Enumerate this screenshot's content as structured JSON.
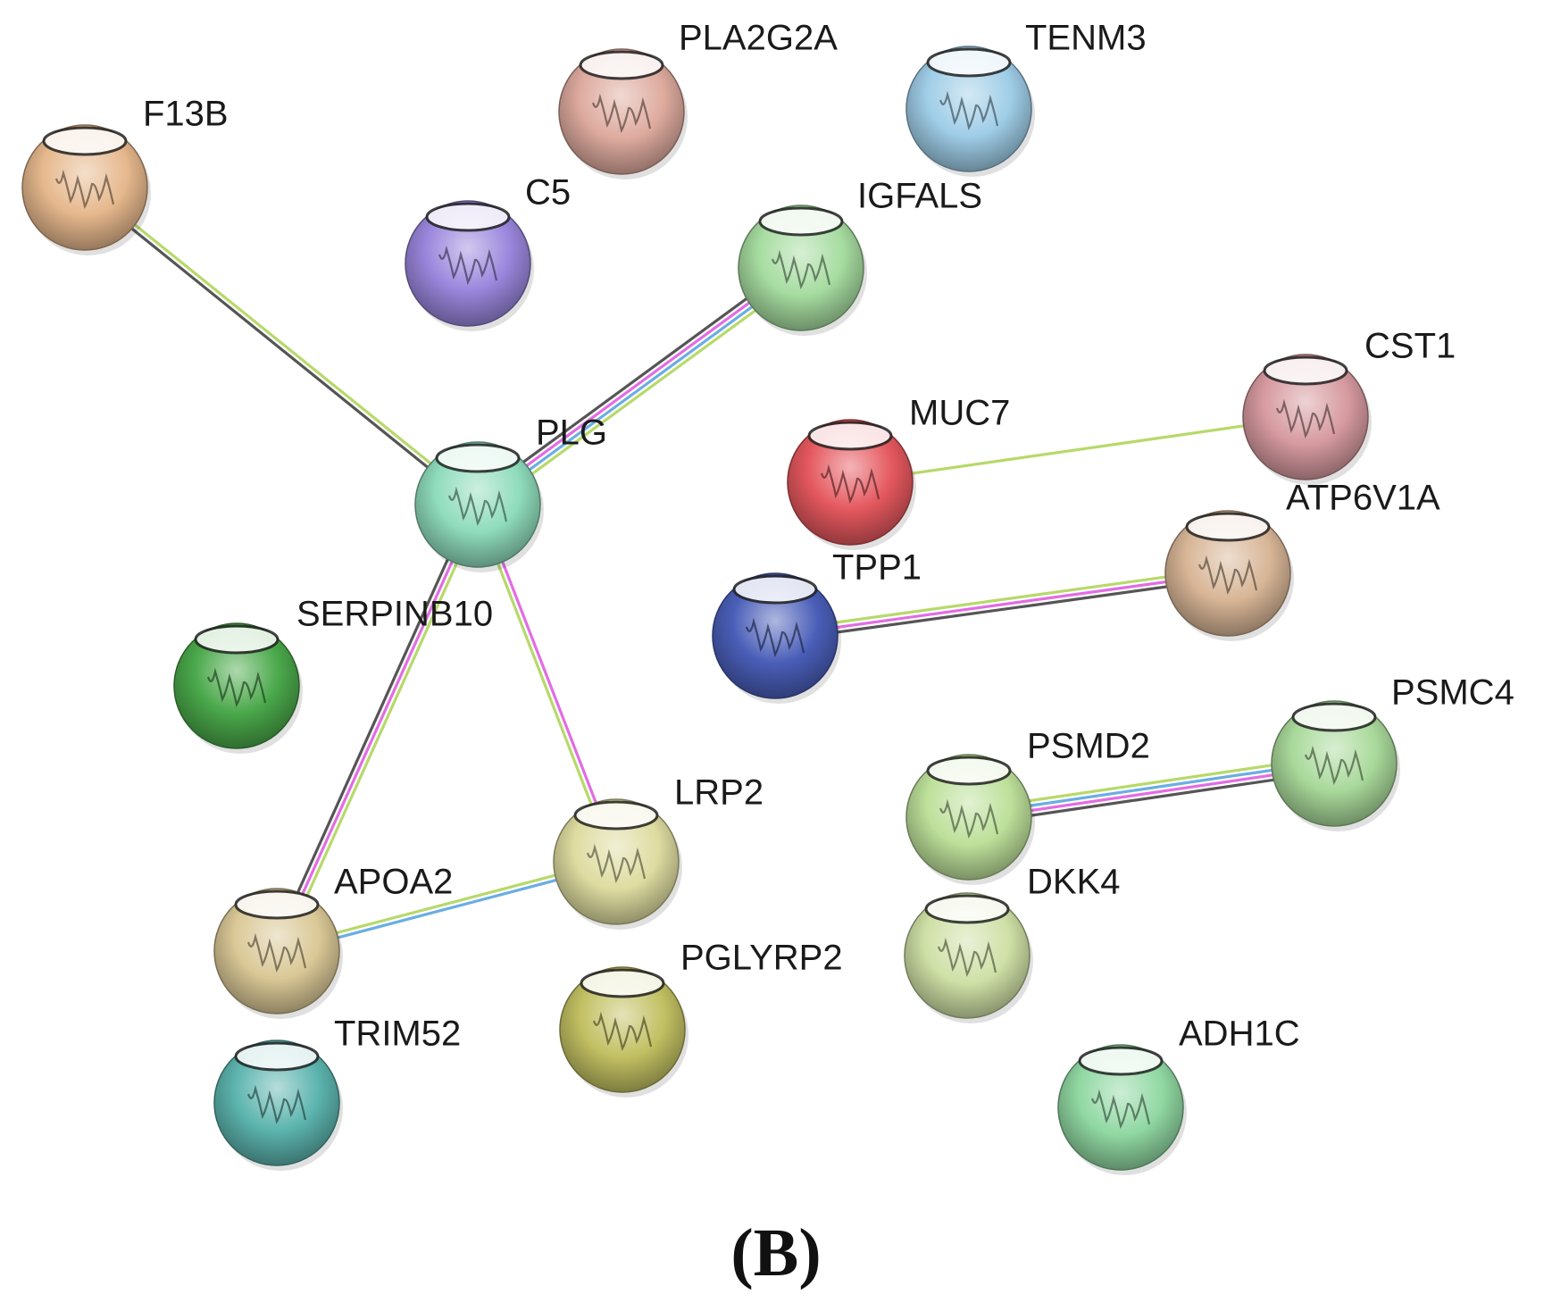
{
  "panel_label": "(B)",
  "nodes": [
    {
      "id": "F13B",
      "label": "F13B",
      "color": "#e6b88d"
    },
    {
      "id": "PLA2G2A",
      "label": "PLA2G2A",
      "color": "#deaa9e"
    },
    {
      "id": "TENM3",
      "label": "TENM3",
      "color": "#9fcde7"
    },
    {
      "id": "C5",
      "label": "C5",
      "color": "#9a86dc"
    },
    {
      "id": "IGFALS",
      "label": "IGFALS",
      "color": "#a6dca0"
    },
    {
      "id": "PLG",
      "label": "PLG",
      "color": "#8fdcbc"
    },
    {
      "id": "CST1",
      "label": "CST1",
      "color": "#d69aa0"
    },
    {
      "id": "MUC7",
      "label": "MUC7",
      "color": "#e4585e"
    },
    {
      "id": "ATP6V1A",
      "label": "ATP6V1A",
      "color": "#d8b596"
    },
    {
      "id": "TPP1",
      "label": "TPP1",
      "color": "#4a5eb8"
    },
    {
      "id": "SERPINB10",
      "label": "SERPINB10",
      "color": "#4aa84a"
    },
    {
      "id": "PSMC4",
      "label": "PSMC4",
      "color": "#a9d99a"
    },
    {
      "id": "PSMD2",
      "label": "PSMD2",
      "color": "#bde09a"
    },
    {
      "id": "LRP2",
      "label": "LRP2",
      "color": "#dedca0"
    },
    {
      "id": "APOA2",
      "label": "APOA2",
      "color": "#dac896"
    },
    {
      "id": "DKK4",
      "label": "DKK4",
      "color": "#cfe0a6"
    },
    {
      "id": "PGLYRP2",
      "label": "PGLYRP2",
      "color": "#c2c062"
    },
    {
      "id": "TRIM52",
      "label": "TRIM52",
      "color": "#5cb4ae"
    },
    {
      "id": "ADH1C",
      "label": "ADH1C",
      "color": "#90d8a2"
    }
  ],
  "edges": [
    {
      "source": "F13B",
      "target": "PLG",
      "colors": [
        "#b7d96a",
        "#555555"
      ]
    },
    {
      "source": "PLG",
      "target": "IGFALS",
      "colors": [
        "#555555",
        "#e36ce3",
        "#6aaee3",
        "#b7d96a"
      ]
    },
    {
      "source": "PLG",
      "target": "APOA2",
      "colors": [
        "#b7d96a",
        "#e36ce3",
        "#555555"
      ]
    },
    {
      "source": "PLG",
      "target": "LRP2",
      "colors": [
        "#e36ce3",
        "#b7d96a"
      ]
    },
    {
      "source": "APOA2",
      "target": "LRP2",
      "colors": [
        "#b7d96a",
        "#6aaee3"
      ]
    },
    {
      "source": "MUC7",
      "target": "CST1",
      "colors": [
        "#b7d96a"
      ]
    },
    {
      "source": "TPP1",
      "target": "ATP6V1A",
      "colors": [
        "#b7d96a",
        "#e36ce3",
        "#555555"
      ]
    },
    {
      "source": "PSMD2",
      "target": "PSMC4",
      "colors": [
        "#b7d96a",
        "#6aaee3",
        "#e36ce3",
        "#555555"
      ]
    }
  ]
}
